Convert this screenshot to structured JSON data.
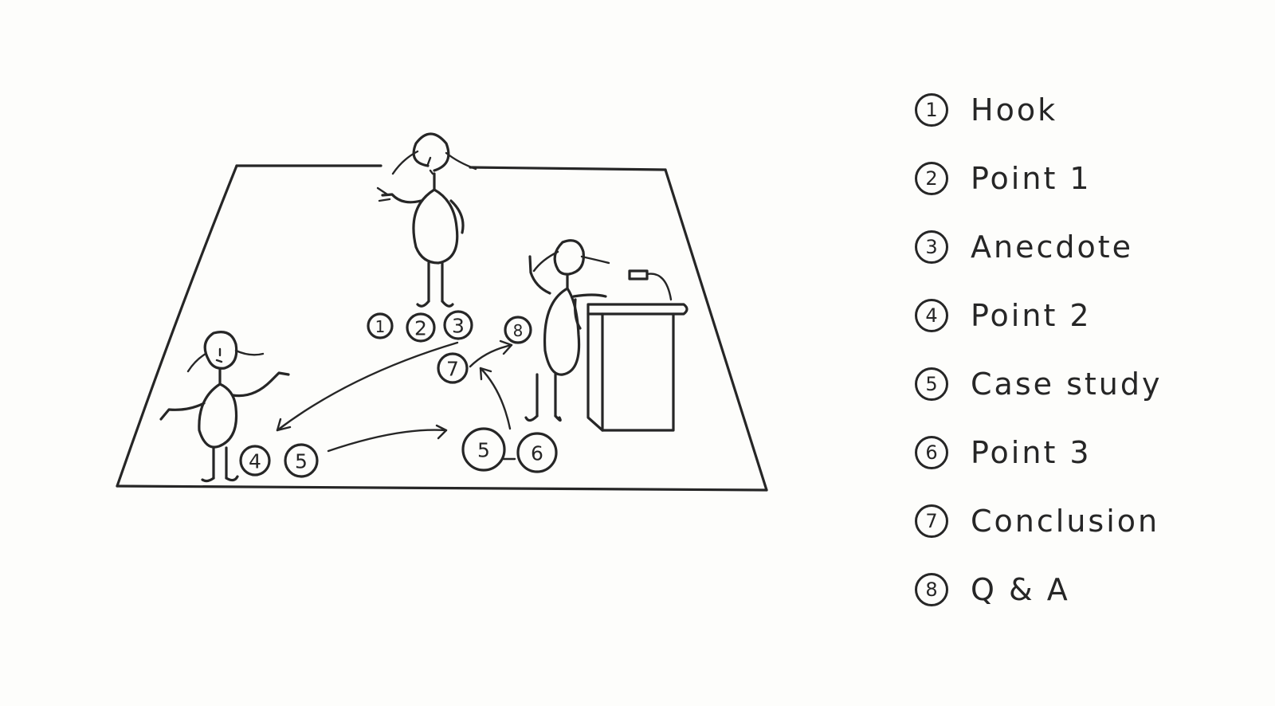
{
  "stage_markers": [
    {
      "number": "1"
    },
    {
      "number": "2"
    },
    {
      "number": "3"
    },
    {
      "number": "4"
    },
    {
      "number": "5"
    },
    {
      "number": "5"
    },
    {
      "number": "6"
    },
    {
      "number": "7"
    },
    {
      "number": "8"
    }
  ],
  "legend": [
    {
      "number": "1",
      "label": "Hook"
    },
    {
      "number": "2",
      "label": "Point 1"
    },
    {
      "number": "3",
      "label": "Anecdote"
    },
    {
      "number": "4",
      "label": "Point 2"
    },
    {
      "number": "5",
      "label": "Case study"
    },
    {
      "number": "6",
      "label": "Point 3"
    },
    {
      "number": "7",
      "label": "Conclusion"
    },
    {
      "number": "8",
      "label": "Q & A"
    }
  ]
}
